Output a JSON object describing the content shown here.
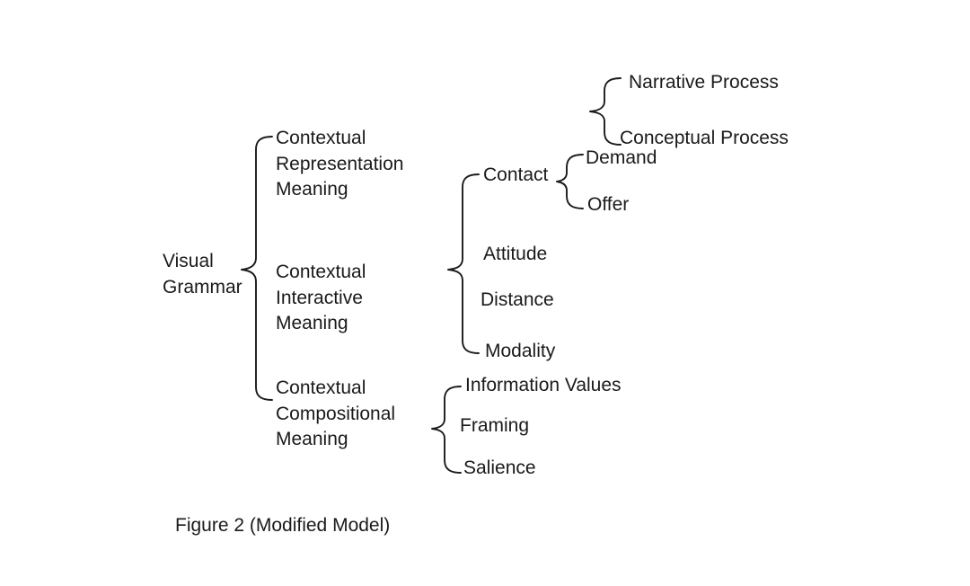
{
  "figure": {
    "caption": "Figure 2 (Modified Model)",
    "background_color": "#ffffff",
    "text_color": "#1a1a1a",
    "stroke_color": "#1a1a1a"
  },
  "diagram": {
    "type": "bracket-tree",
    "root": {
      "id": "visual-grammar",
      "label": "Visual\nGrammar"
    },
    "level1": [
      {
        "id": "representation-meaning",
        "label": "Contextual\nRepresentation\nMeaning"
      },
      {
        "id": "interactive-meaning",
        "label": "Contextual\nInteractive\nMeaning"
      },
      {
        "id": "compositional-meaning",
        "label": "Contextual\nCompositional\nMeaning"
      }
    ],
    "representation_children": [
      {
        "id": "narrative-process",
        "label": "Narrative Process"
      },
      {
        "id": "conceptual-process",
        "label": "Conceptual Process"
      }
    ],
    "interactive_children": [
      {
        "id": "contact",
        "label": "Contact"
      },
      {
        "id": "attitude",
        "label": "Attitude"
      },
      {
        "id": "distance",
        "label": "Distance"
      },
      {
        "id": "modality",
        "label": "Modality"
      }
    ],
    "contact_children": [
      {
        "id": "demand",
        "label": "Demand"
      },
      {
        "id": "offer",
        "label": "Offer"
      }
    ],
    "compositional_children": [
      {
        "id": "information-values",
        "label": "Information Values"
      },
      {
        "id": "framing",
        "label": "Framing"
      },
      {
        "id": "salience",
        "label": "Salience"
      }
    ]
  }
}
